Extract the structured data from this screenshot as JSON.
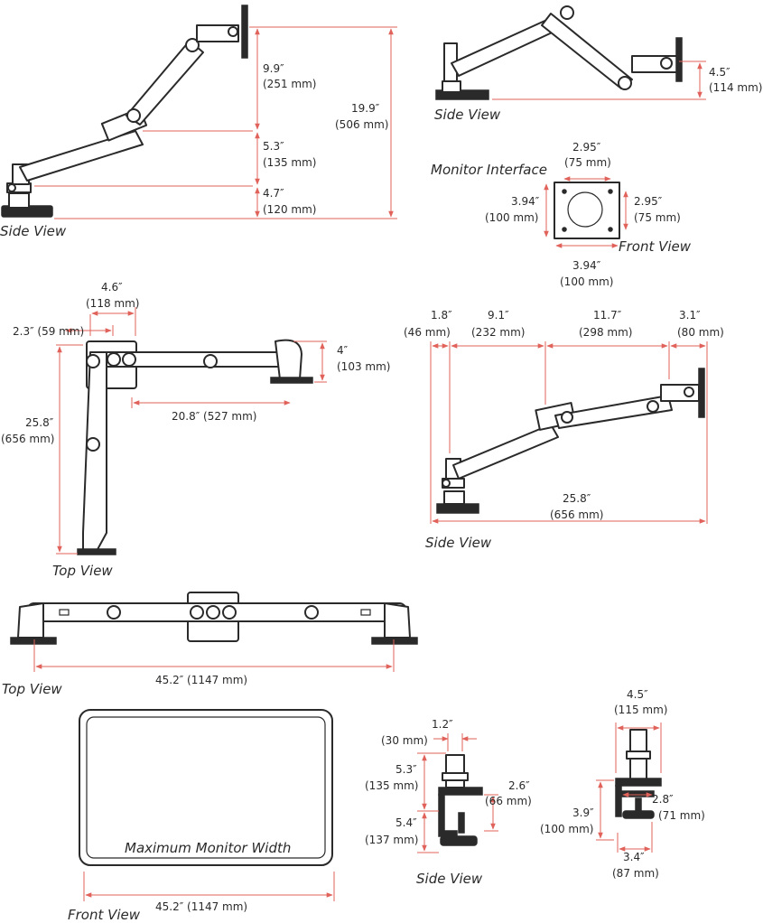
{
  "colors": {
    "dimension_line": "#e0625a",
    "outline": "#2a2a2a",
    "background": "#ffffff"
  },
  "views": {
    "side_view_1": {
      "label": "Side View",
      "dims": {
        "upper_in": "9.9″",
        "upper_mm": "(251 mm)",
        "mid_in": "5.3″",
        "mid_mm": "(135 mm)",
        "low_in": "4.7″",
        "low_mm": "(120 mm)",
        "total_in": "19.9″",
        "total_mm": "(506 mm)"
      }
    },
    "side_view_2": {
      "label": "Side View",
      "dims": {
        "height_in": "4.5″",
        "height_mm": "(114 mm)"
      }
    },
    "monitor_interface": {
      "title": "Monitor Interface",
      "label": "Front View",
      "dims": {
        "top_in": "2.95″",
        "top_mm": "(75 mm)",
        "left_in": "3.94″",
        "left_mm": "(100 mm)",
        "right_in": "2.95″",
        "right_mm": "(75 mm)",
        "bottom_in": "3.94″",
        "bottom_mm": "(100 mm)"
      }
    },
    "top_view_1": {
      "label": "Top View",
      "dims": {
        "a": "4.6″",
        "a_mm": "(118 mm)",
        "b": "2.3″ (59 mm)",
        "c_in": "4″",
        "c_mm": "(103 mm)",
        "d": "20.8″ (527 mm)",
        "e_in": "25.8″",
        "e_mm": "(656 mm)"
      }
    },
    "side_view_3": {
      "label": "Side View",
      "dims": {
        "s1_in": "1.8″",
        "s1_mm": "(46 mm)",
        "s2_in": "9.1″",
        "s2_mm": "(232 mm)",
        "s3_in": "11.7″",
        "s3_mm": "(298 mm)",
        "s4_in": "3.1″",
        "s4_mm": "(80 mm)",
        "total_in": "25.8″",
        "total_mm": "(656 mm)"
      }
    },
    "top_view_2": {
      "label": "Top View",
      "dims": {
        "width": "45.2″ (1147 mm)"
      }
    },
    "front_view": {
      "label": "Front View",
      "inner": "Maximum Monitor Width",
      "dims": {
        "width": "45.2″ (1147 mm)"
      }
    },
    "clamp_side": {
      "label": "Side View",
      "dims": {
        "w_in": "1.2″",
        "w_mm": "(30 mm)",
        "up_in": "5.3″",
        "up_mm": "(135 mm)",
        "grip_in": "2.6″",
        "grip_mm": "(66 mm)",
        "low_in": "5.4″",
        "low_mm": "(137 mm)"
      }
    },
    "clamp_front": {
      "dims": {
        "w_in": "4.5″",
        "w_mm": "(115 mm)",
        "h_in": "3.9″",
        "h_mm": "(100 mm)",
        "grip_in": "2.8″",
        "grip_mm": "(71 mm)",
        "base_in": "3.4″",
        "base_mm": "(87 mm)"
      }
    }
  }
}
